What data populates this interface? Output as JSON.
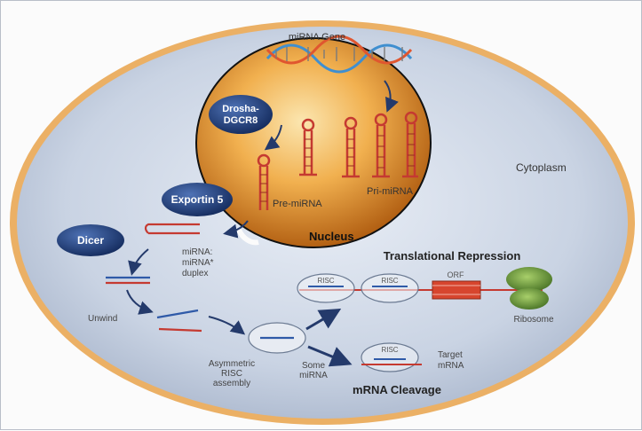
{
  "labels": {
    "gene": "miRNA Gene",
    "drosha_line1": "Drosha-",
    "drosha_line2": "DGCR8",
    "pri_mirna": "Pri-miRNA",
    "pre_mirna": "Pre-miRNA",
    "exportin": "Exportin 5",
    "nucleus": "Nucleus",
    "cytoplasm": "Cytoplasm",
    "dicer": "Dicer",
    "duplex_line1": "miRNA:",
    "duplex_line2": "miRNA*",
    "duplex_line3": "duplex",
    "unwind": "Unwind",
    "asym_line1": "Asymmetric",
    "asym_line2": "RISC",
    "asym_line3": "assembly",
    "mature_line1": "Some",
    "mature_line2": "miRNA",
    "translational": "Translational Repression",
    "risc_a": "RISC",
    "risc_b": "RISC",
    "risc_c": "RISC",
    "orf": "ORF",
    "ribosome": "Ribosome",
    "target_line1": "Target",
    "target_line2": "mRNA",
    "cleavage": "mRNA Cleavage"
  },
  "colors": {
    "cell_membrane": "#e8a24a",
    "cytoplasm": "#cfd8e6",
    "nucleus_light": "#f7d48a",
    "nucleus_dark": "#b65f0c",
    "protein_blue": "#1f3c78",
    "arrow": "#243a6b",
    "rna_red": "#d8433b",
    "ribosome": "#6f9a3a",
    "orf": "#d7452e"
  }
}
